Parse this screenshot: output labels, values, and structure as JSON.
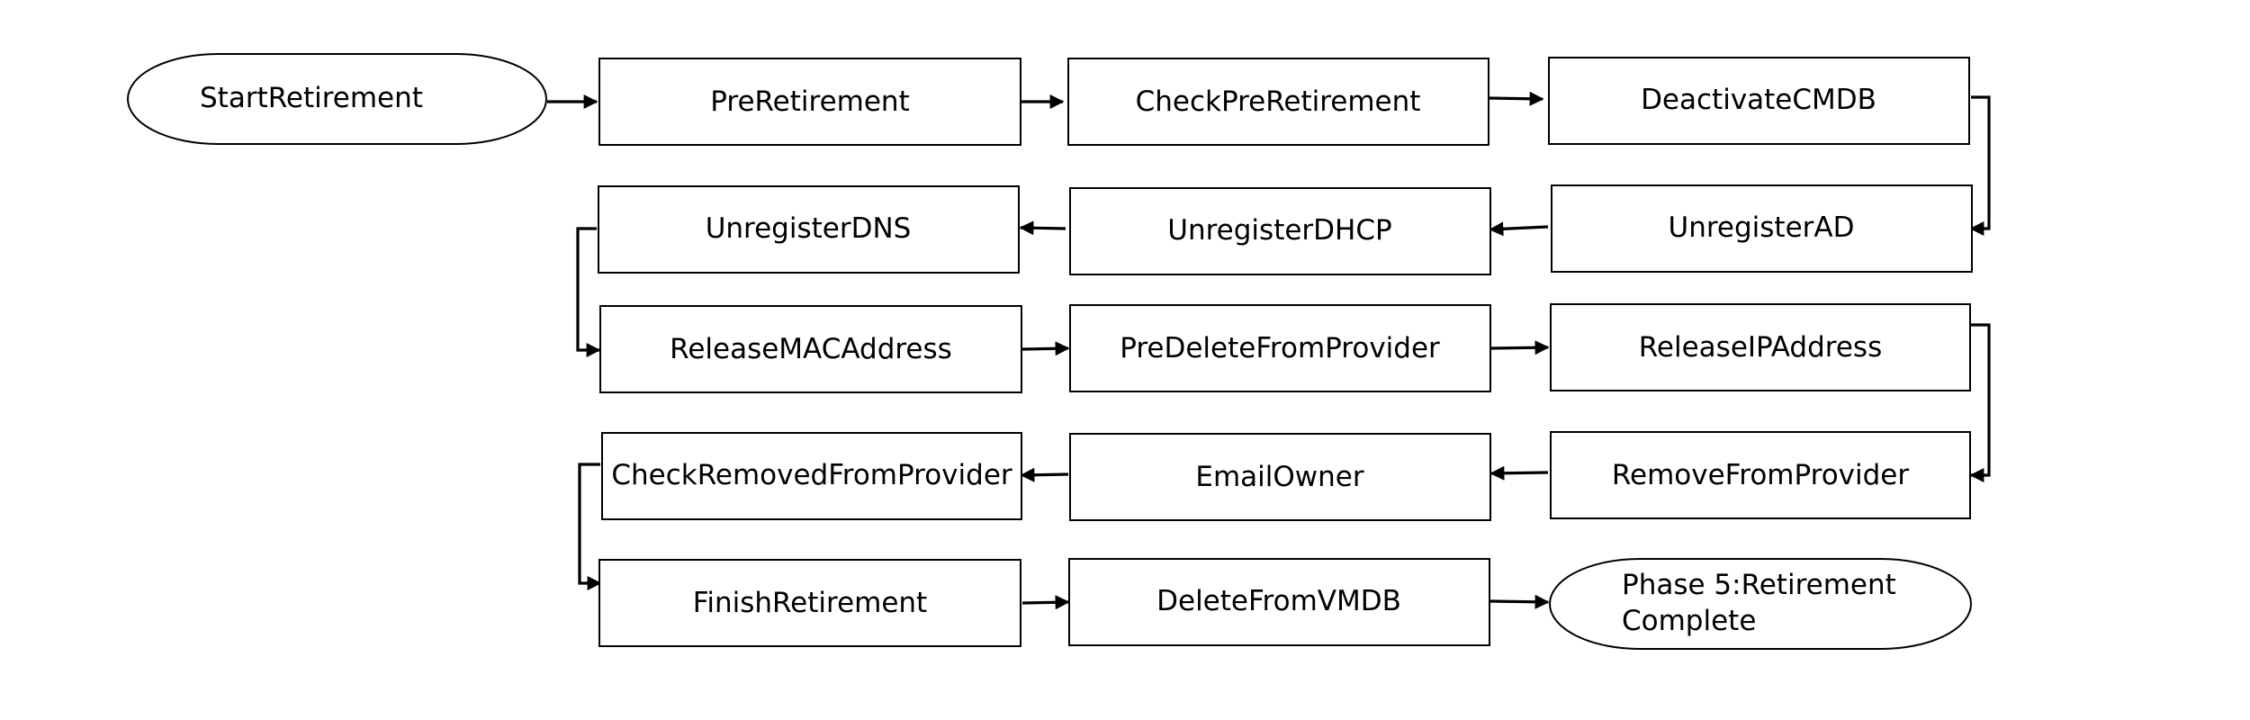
{
  "diagram": {
    "nodes": {
      "start": "StartRetirement",
      "pre_retirement": "PreRetirement",
      "check_pre_retirement": "CheckPreRetirement",
      "deactivate_cmdb": "DeactivateCMDB",
      "unregister_ad": "UnregisterAD",
      "unregister_dhcp": "UnregisterDHCP",
      "unregister_dns": "UnregisterDNS",
      "release_mac": "ReleaseMACAddress",
      "pre_delete": "PreDeleteFromProvider",
      "release_ip": "ReleaseIPAddress",
      "remove_from_provider": "RemoveFromProvider",
      "email_owner": "EmailOwner",
      "check_removed": "CheckRemovedFromProvider",
      "finish": "FinishRetirement",
      "delete_vmdb": "DeleteFromVMDB",
      "complete_line1": "Phase 5:Retirement",
      "complete_line2": "Complete"
    }
  }
}
